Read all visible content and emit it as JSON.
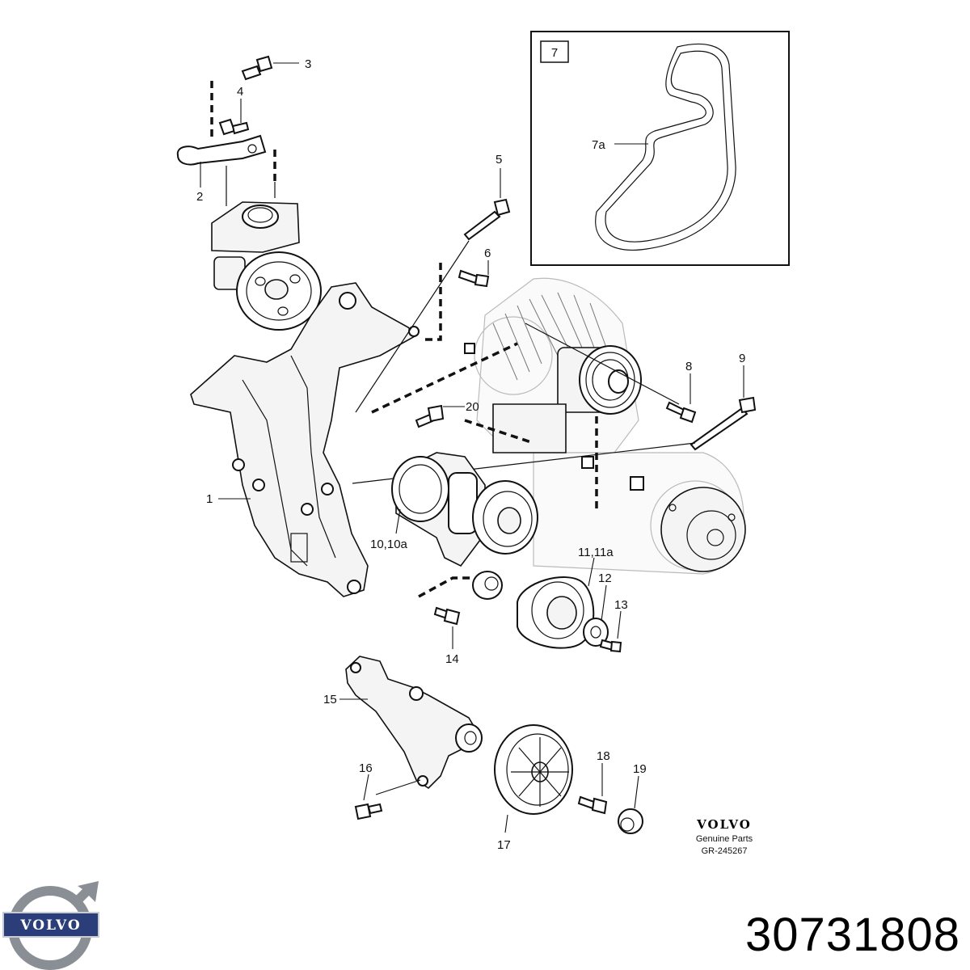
{
  "diagram": {
    "inset_label": "7",
    "callouts": [
      {
        "id": "1",
        "text": "1"
      },
      {
        "id": "2",
        "text": "2"
      },
      {
        "id": "3",
        "text": "3"
      },
      {
        "id": "4",
        "text": "4"
      },
      {
        "id": "5",
        "text": "5"
      },
      {
        "id": "6",
        "text": "6"
      },
      {
        "id": "7a",
        "text": "7a"
      },
      {
        "id": "8",
        "text": "8"
      },
      {
        "id": "9",
        "text": "9"
      },
      {
        "id": "10",
        "text": "10,10a"
      },
      {
        "id": "11",
        "text": "11,11a"
      },
      {
        "id": "12",
        "text": "12"
      },
      {
        "id": "13",
        "text": "13"
      },
      {
        "id": "14",
        "text": "14"
      },
      {
        "id": "15",
        "text": "15"
      },
      {
        "id": "16",
        "text": "16"
      },
      {
        "id": "17",
        "text": "17"
      },
      {
        "id": "18",
        "text": "18"
      },
      {
        "id": "19",
        "text": "19"
      },
      {
        "id": "20",
        "text": "20"
      }
    ],
    "brand_block": {
      "brand": "VOLVO",
      "subtitle": "Genuine Parts",
      "reference": "GR-245267"
    }
  },
  "footer": {
    "logo_text": "VOLVO",
    "part_number": "30731808"
  }
}
